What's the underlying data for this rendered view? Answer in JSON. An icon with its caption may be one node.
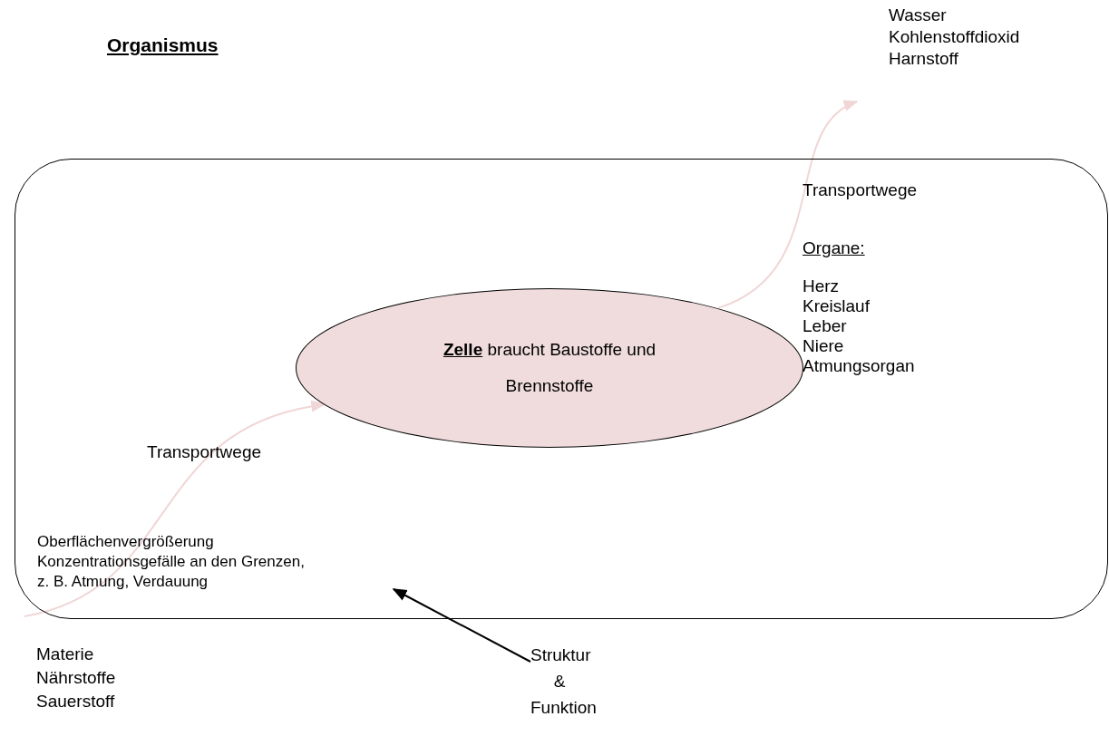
{
  "diagram": {
    "title": "Organismus",
    "nodes": [
      {
        "text": [],
        "shape": "box"
      },
      {
        "text": [
          "**Zelle** braucht Baustoffe und Brennstoffe"
        ],
        "in": 0
      },
      {
        "text": [
          "Oberflächenvergrößerung Konzentrationsgefälle an den Grenzen, z. B. Atmung, Verdauung"
        ],
        "in": 0
      },
      {
        "text": [
          "Struktur & Funktion"
        ]
      }
    ],
    "edges": [
      {
        "from": null,
        "to": 1,
        "arrow": "to",
        "color": "#f0d6d6"
      },
      {
        "from": 1,
        "to": null,
        "arrow": "to",
        "color": "#f0d6d6"
      },
      {
        "from": 3,
        "to": 2,
        "arrow": "to",
        "color": "#000000"
      }
    ],
    "labels": [
      "Wasser",
      "Kohlenstoffdioxid",
      "Harnstoff",
      "Transportwege",
      "Organe:",
      "Herz",
      "Kreislauf",
      "Leber",
      "Niere",
      "Atmungsorgan",
      "Transportwege",
      "Materie",
      "Nährstoffe",
      "Sauerstoff"
    ]
  }
}
